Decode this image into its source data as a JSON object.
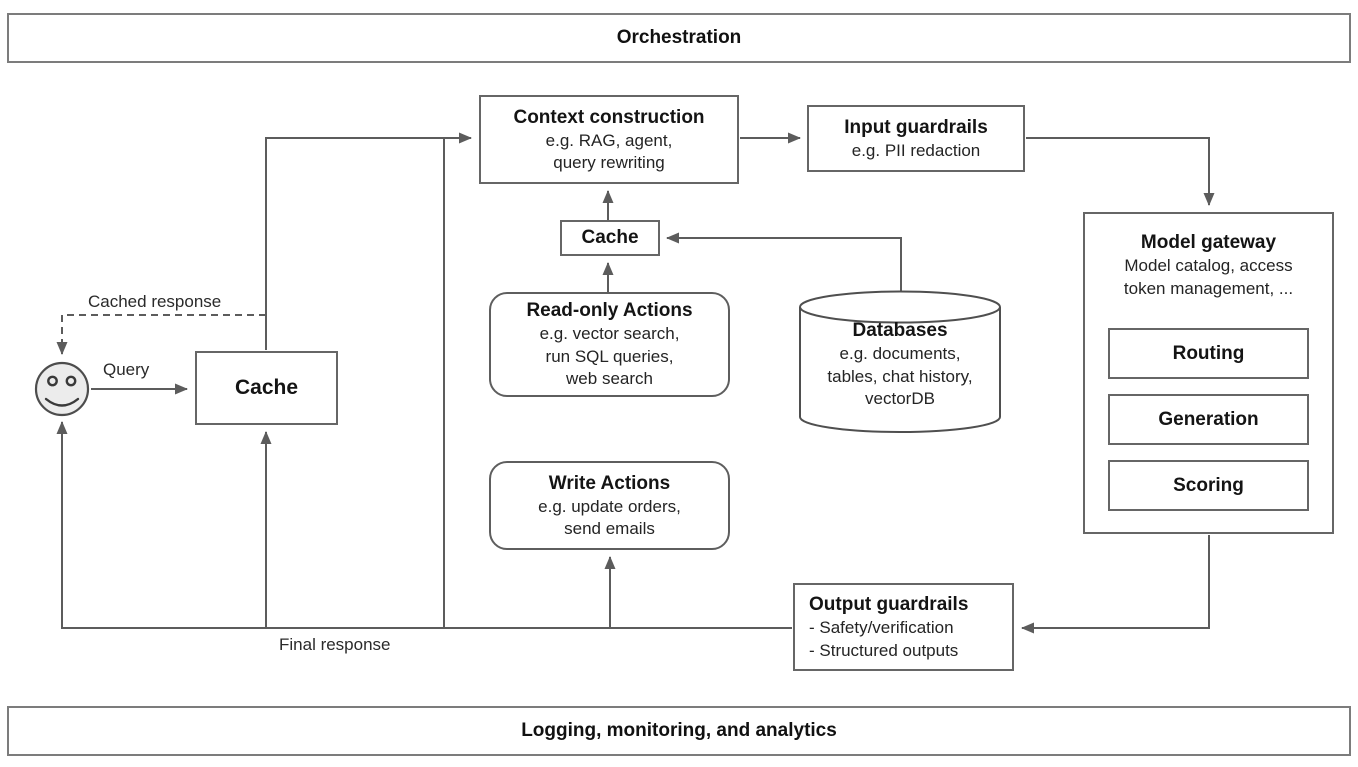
{
  "banners": {
    "top": "Orchestration",
    "bottom": "Logging, monitoring, and analytics"
  },
  "labels": {
    "query": "Query",
    "cached_response": "Cached response",
    "final_response": "Final response"
  },
  "nodes": {
    "user": {
      "icon": "smiley-face-user"
    },
    "cache_main": {
      "title": "Cache"
    },
    "cache_small": {
      "title": "Cache"
    },
    "context_construction": {
      "title": "Context construction",
      "lines": [
        "e.g. RAG, agent,",
        "query rewriting"
      ]
    },
    "input_guardrails": {
      "title": "Input guardrails",
      "lines": [
        "e.g. PII redaction"
      ]
    },
    "model_gateway": {
      "title": "Model gateway",
      "lines": [
        "Model catalog, access",
        "token management, ..."
      ],
      "sub_boxes": [
        "Routing",
        "Generation",
        "Scoring"
      ]
    },
    "read_only_actions": {
      "title": "Read-only Actions",
      "lines": [
        "e.g. vector search,",
        "run SQL queries,",
        "web search"
      ]
    },
    "databases": {
      "title": "Databases",
      "lines": [
        "e.g. documents,",
        "tables, chat history,",
        "vectorDB"
      ]
    },
    "write_actions": {
      "title": "Write Actions",
      "lines": [
        "e.g. update orders,",
        "send emails"
      ]
    },
    "output_guardrails": {
      "title": "Output guardrails",
      "lines": [
        "- Safety/verification",
        "- Structured outputs"
      ]
    }
  },
  "colors": {
    "wire": "#5c5c5c",
    "box_border": "#666666",
    "banner_border": "#7c7c7c",
    "text": "#1e1e1e",
    "user_fill": "#ececec"
  }
}
